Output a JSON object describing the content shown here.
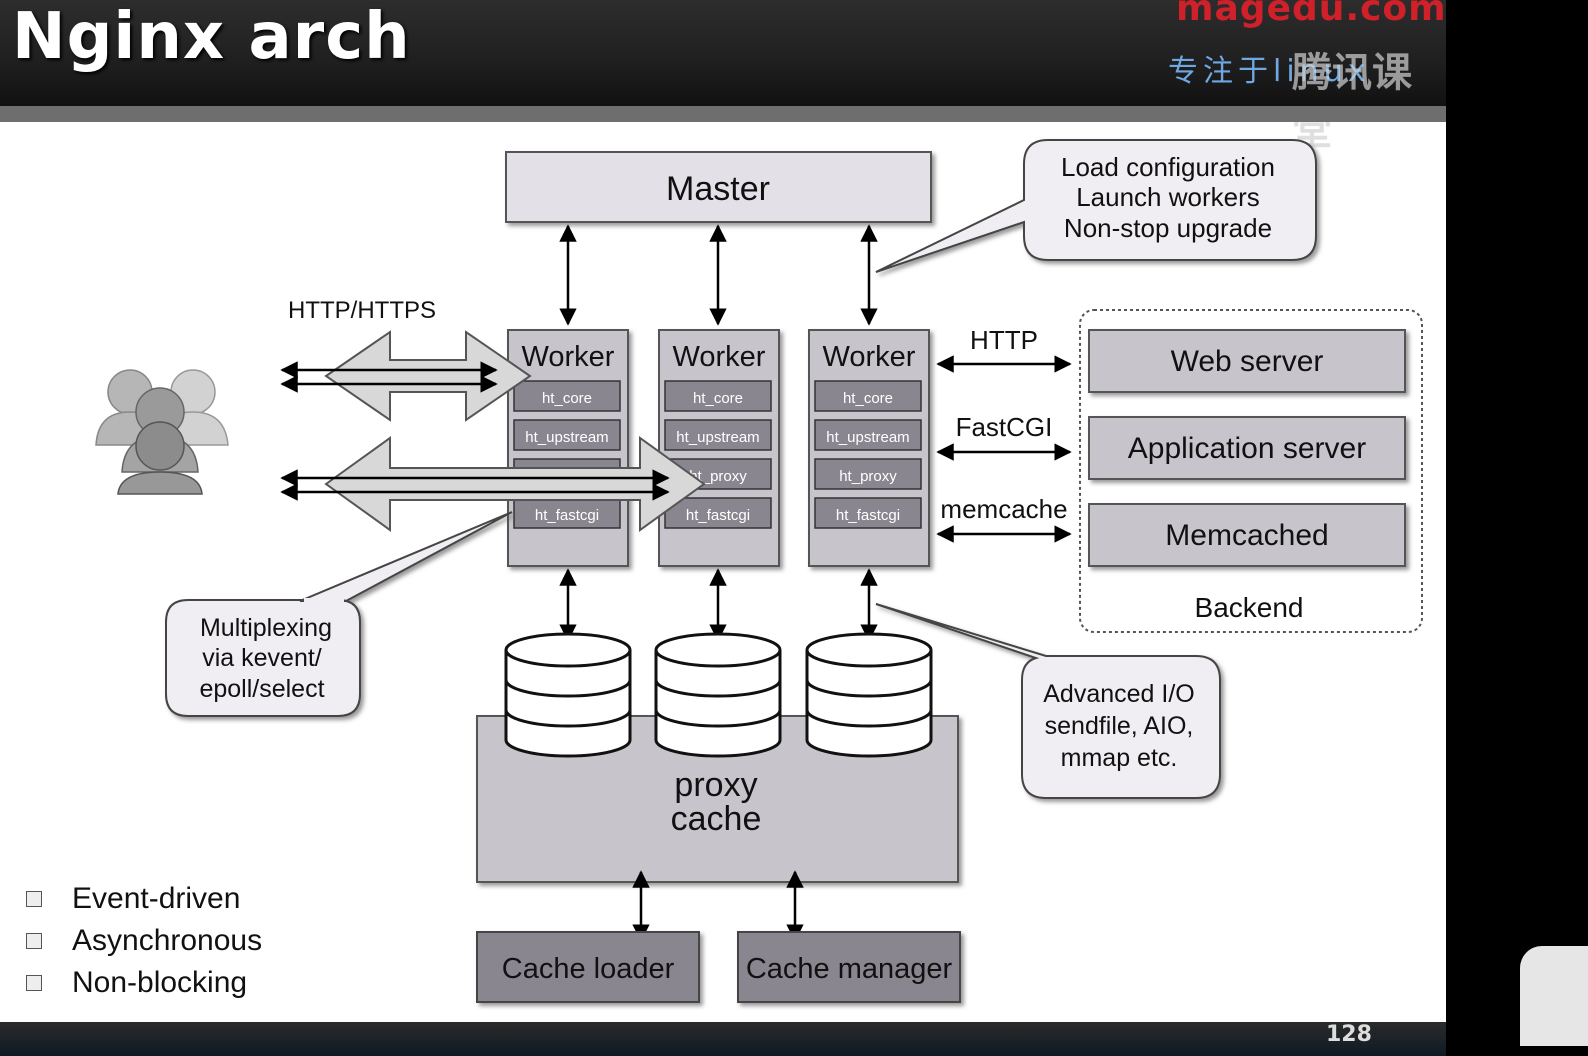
{
  "slide": {
    "title": "Nginx arch",
    "brand": {
      "name": "magedu.com",
      "tagline": "专注于linux",
      "watermark": "腾讯课堂"
    },
    "page_number": "128"
  },
  "diagram": {
    "master": "Master",
    "master_callout": [
      "Load configuration",
      "Launch workers",
      "Non-stop upgrade"
    ],
    "client_protocol": "HTTP/HTTPS",
    "workers": [
      {
        "title": "Worker",
        "modules": [
          "ht_core",
          "ht_upstream",
          "",
          "ht_fastcgi"
        ]
      },
      {
        "title": "Worker",
        "modules": [
          "ht_core",
          "ht_upstream",
          "ht_proxy",
          "ht_fastcgi"
        ]
      },
      {
        "title": "Worker",
        "modules": [
          "ht_core",
          "ht_upstream",
          "ht_proxy",
          "ht_fastcgi"
        ]
      }
    ],
    "backend_protocols": [
      "HTTP",
      "FastCGI",
      "memcache"
    ],
    "backend_servers": [
      "Web server",
      "Application server",
      "Memcached"
    ],
    "backend_label": "Backend",
    "multiplexing_callout": [
      "Multiplexing",
      "via kevent/",
      "epoll/select"
    ],
    "io_callout": [
      "Advanced I/O",
      "sendfile, AIO,",
      "mmap etc."
    ],
    "proxy_cache": [
      "proxy",
      "cache"
    ],
    "cache_processes": [
      "Cache loader",
      "Cache manager"
    ]
  },
  "features": [
    "Event-driven",
    "Asynchronous",
    "Non-blocking"
  ]
}
